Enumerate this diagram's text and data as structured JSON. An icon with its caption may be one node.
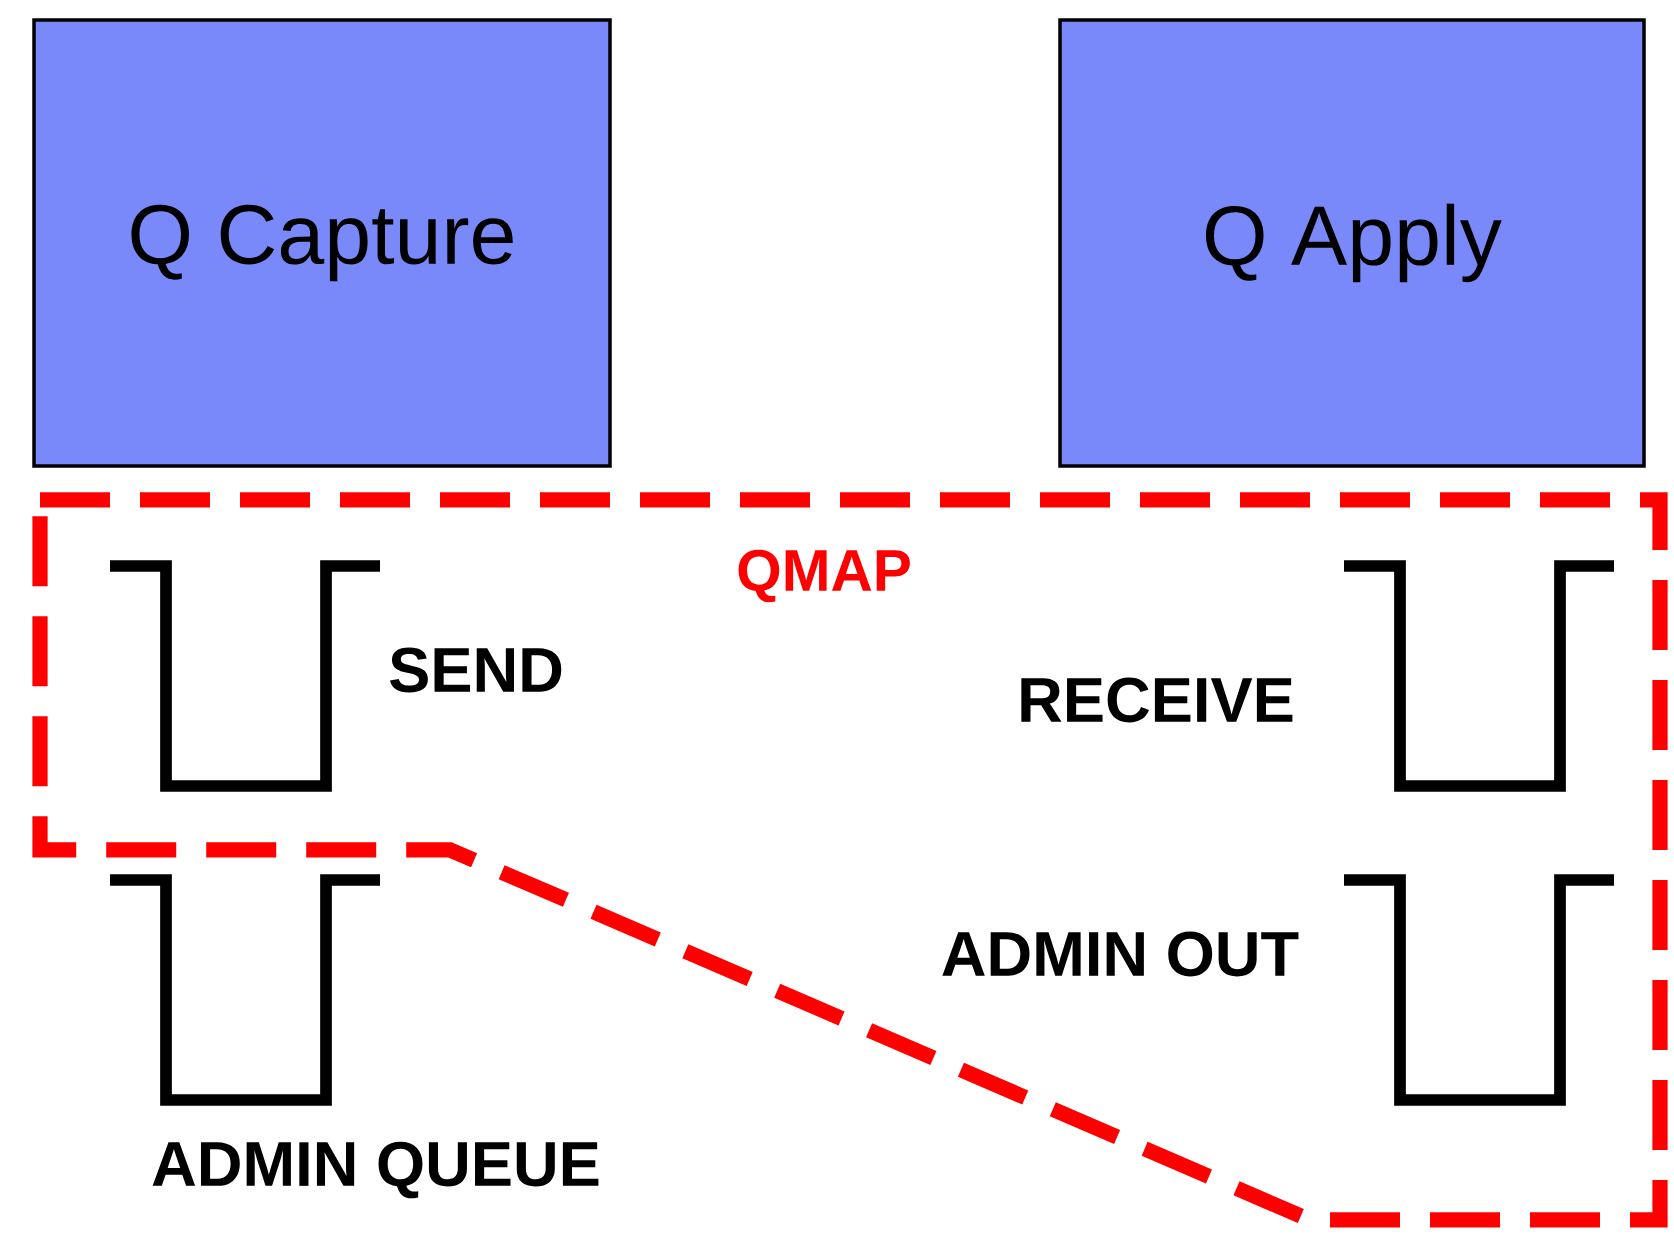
{
  "diagram": {
    "nodes": [
      {
        "text": [
          "Q Capture"
        ]
      },
      {
        "text": [
          "Q Apply"
        ]
      },
      {
        "text": [
          "QMAP"
        ]
      },
      {
        "text": [],
        "shape": "queue",
        "beside": [
          "SEND"
        ],
        "in": 2
      },
      {
        "text": [],
        "shape": "queue",
        "beside": [
          "RECEIVE"
        ],
        "in": 2
      },
      {
        "text": [],
        "shape": "queue",
        "beside": [
          "ADMIN QUEUE"
        ]
      },
      {
        "text": [],
        "shape": "queue",
        "beside": [
          "ADMIN OUT"
        ],
        "in": 2
      }
    ]
  }
}
